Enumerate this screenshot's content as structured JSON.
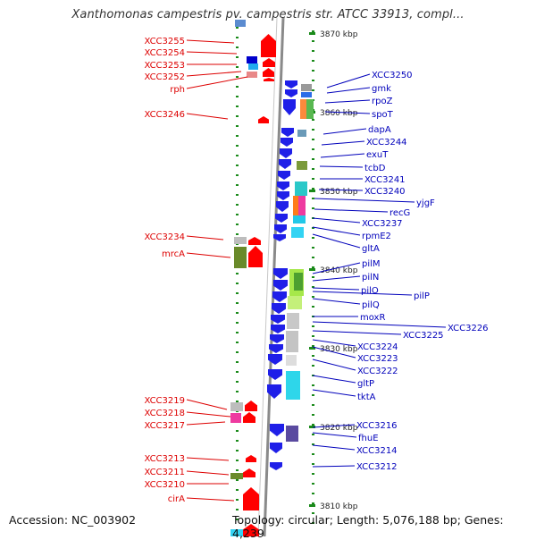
{
  "title": "Xanthomonas campestris pv. campestris str. ATCC 33913, compl...",
  "footer": {
    "accession": "Accession: NC_003902",
    "summary": "Topology: circular; Length: 5,076,188 bp; Genes: 4,239"
  },
  "colors": {
    "left_label": "#dd0000",
    "right_label": "#0000bb",
    "tick": "#1a8a1a",
    "backbone": "#8a8a8a"
  },
  "kbp_labels": [
    {
      "text": "3870 kbp",
      "kbp": 3870
    },
    {
      "text": "3860 kbp",
      "kbp": 3860
    },
    {
      "text": "3850 kbp",
      "kbp": 3850
    },
    {
      "text": "3840 kbp",
      "kbp": 3840
    },
    {
      "text": "3830 kbp",
      "kbp": 3830
    },
    {
      "text": "3820 kbp",
      "kbp": 3820
    },
    {
      "text": "3810 kbp",
      "kbp": 3810
    }
  ],
  "left_genes": [
    "XCC3255",
    "XCC3254",
    "XCC3253",
    "XCC3252",
    "rph",
    "XCC3246",
    "XCC3234",
    "mrcA",
    "XCC3219",
    "XCC3218",
    "XCC3217",
    "XCC3213",
    "XCC3211",
    "XCC3210",
    "cirA"
  ],
  "right_genes": [
    "XCC3250",
    "gmk",
    "rpoZ",
    "spoT",
    "dapA",
    "XCC3244",
    "exuT",
    "tcbD",
    "XCC3241",
    "XCC3240",
    "yjgF",
    "recG",
    "XCC3237",
    "rpmE2",
    "gltA",
    "pilM",
    "pilN",
    "pilO",
    "pilP",
    "pilQ",
    "moxR",
    "XCC3226",
    "XCC3225",
    "XCC3224",
    "XCC3223",
    "XCC3222",
    "gltP",
    "tktA",
    "XCC3216",
    "fhuE",
    "XCC3214",
    "XCC3212"
  ]
}
